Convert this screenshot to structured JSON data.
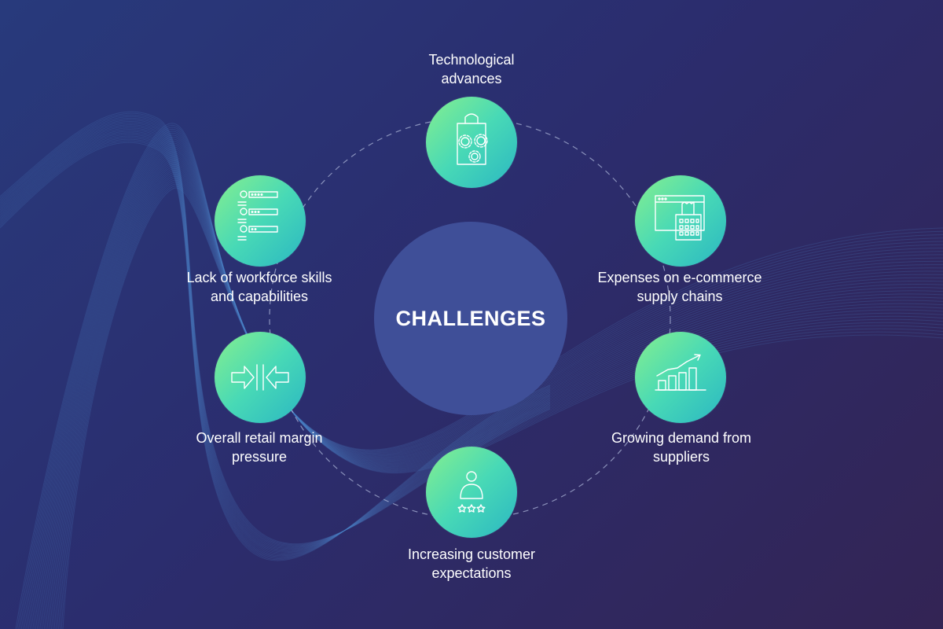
{
  "center_label": "CHALLENGES",
  "colors": {
    "background_start": "#283a7c",
    "background_end": "#332454",
    "center_circle": "#3f4f98",
    "node_gradient_start": "#86ef8e",
    "node_gradient_end": "#2bb7c2",
    "text": "#ffffff"
  },
  "nodes": [
    {
      "icon": "shopping-bag-gears-icon",
      "label_lines": [
        "Technological",
        "advances"
      ]
    },
    {
      "icon": "pos-terminal-icon",
      "label_lines": [
        "Expenses on e-commerce",
        "supply chains"
      ]
    },
    {
      "icon": "growth-bar-chart-icon",
      "label_lines": [
        "Growing demand from",
        "suppliers"
      ]
    },
    {
      "icon": "customer-rating-icon",
      "label_lines": [
        "Increasing customer",
        "expectations"
      ]
    },
    {
      "icon": "compress-arrows-icon",
      "label_lines": [
        "Overall retail margin",
        "pressure"
      ]
    },
    {
      "icon": "skills-list-icon",
      "label_lines": [
        "Lack of workforce skills",
        "and capabilities"
      ]
    }
  ]
}
